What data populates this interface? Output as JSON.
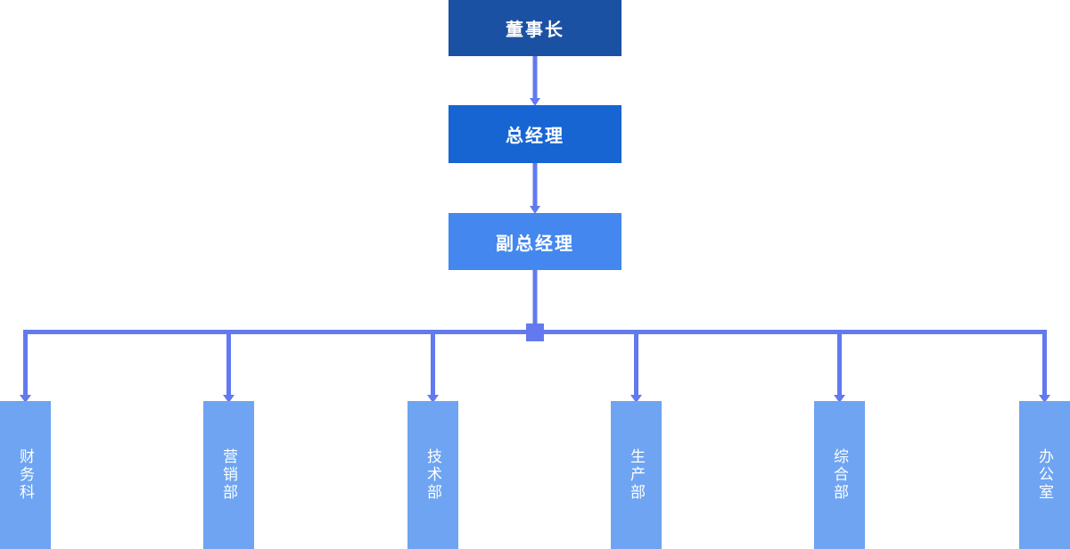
{
  "chart": {
    "type": "org-chart",
    "levels": [
      {
        "label": "董事长"
      },
      {
        "label": "总经理"
      },
      {
        "label": "副总经理"
      }
    ],
    "departments": [
      {
        "label": "财务科"
      },
      {
        "label": "营销部"
      },
      {
        "label": "技术部"
      },
      {
        "label": "生产部"
      },
      {
        "label": "综合部"
      },
      {
        "label": "办公室"
      }
    ],
    "colors": {
      "level1": "#1b51a3",
      "level2": "#1765d3",
      "level3": "#4487ee",
      "department": "#6ea4f1",
      "connector": "#6279ef"
    }
  }
}
